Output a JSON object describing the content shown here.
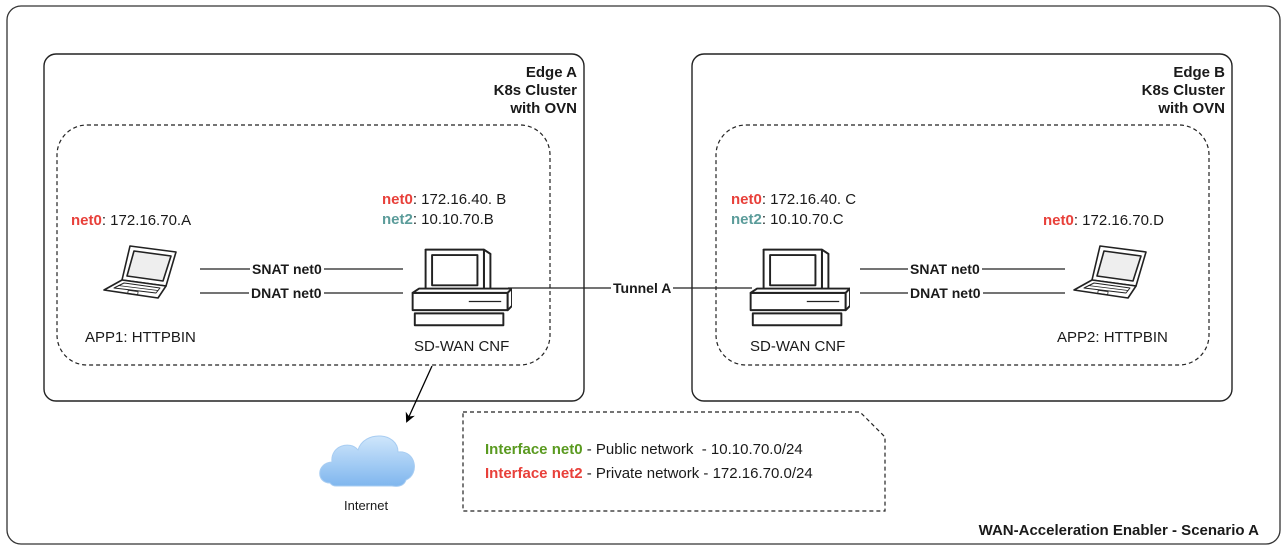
{
  "edge_a": {
    "title_line1": "Edge A",
    "title_line2": "K8s Cluster",
    "title_line3": "with OVN",
    "app": {
      "net_prefix": "net0",
      "net_value": ": 172.16.70.A",
      "label": "APP1: HTTPBIN"
    },
    "cnf": {
      "net0_prefix": "net0",
      "net0_value": ": 172.16.40. B",
      "net2_prefix": "net2",
      "net2_value": ": 10.10.70.B",
      "label": "SD-WAN CNF"
    },
    "snat_label": "SNAT net0",
    "dnat_label": "DNAT net0"
  },
  "edge_b": {
    "title_line1": "Edge B",
    "title_line2": "K8s Cluster",
    "title_line3": "with OVN",
    "app": {
      "net_prefix": "net0",
      "net_value": ": 172.16.70.D",
      "label": "APP2: HTTPBIN"
    },
    "cnf": {
      "net0_prefix": "net0",
      "net0_value": ": 172.16.40. C",
      "net2_prefix": "net2",
      "net2_value": ": 10.10.70.C",
      "label": "SD-WAN CNF"
    },
    "snat_label": "SNAT net0",
    "dnat_label": "DNAT net0"
  },
  "tunnel_label": "Tunnel A",
  "internet_label": "Internet",
  "legend": {
    "line1_name": "Interface net0",
    "line1_desc": " - Public network  - 10.10.70.0/24",
    "line2_name": "Interface net2",
    "line2_desc": " - Private network - 172.16.70.0/24"
  },
  "footer": "WAN-Acceleration Enabler - Scenario A",
  "colors": {
    "net0_red": "#e8403a",
    "net2_teal": "#5b9c9a",
    "legend_green": "#5a9a20",
    "cloud_blue": "#9ccaf6"
  },
  "icons": [
    "laptop-icon",
    "desktop-computer-icon",
    "cloud-icon"
  ]
}
